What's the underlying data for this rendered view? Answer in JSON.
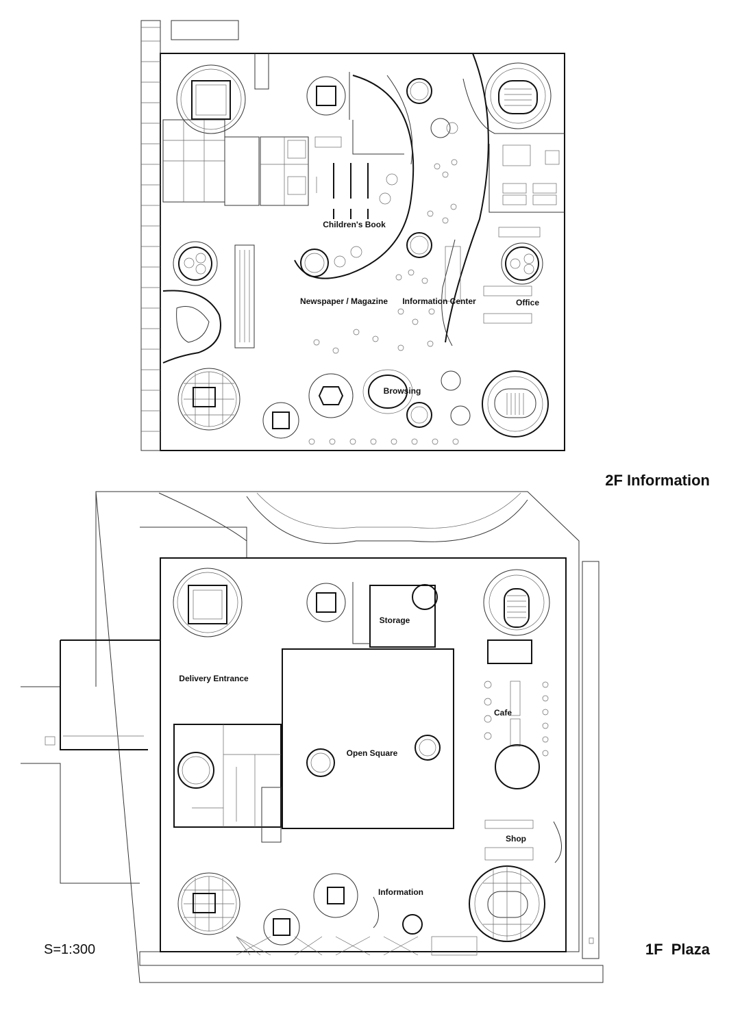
{
  "floors": {
    "upper": {
      "name": "2F Information",
      "rooms": {
        "childrens_book": "Children's Book",
        "newspaper": "Newspaper / Magazine",
        "information_center": "Information Center",
        "office": "Office",
        "browsing": "Browsing"
      }
    },
    "lower": {
      "name": "1F  Plaza",
      "rooms": {
        "storage": "Storage",
        "delivery_entrance": "Delivery Entrance",
        "cafe": "Cafe",
        "open_square": "Open Square",
        "shop": "Shop",
        "information": "Information"
      }
    }
  },
  "scale": "S=1:300"
}
